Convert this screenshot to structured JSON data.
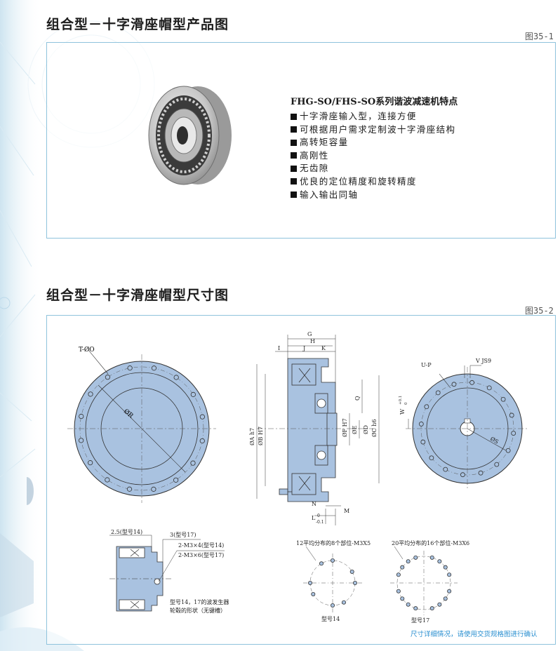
{
  "product": {
    "title": "组合型－十字滑座帽型产品图",
    "figure": "图35-1",
    "features_title": "FHG-SO/FHS-SO系列谐波减速机特点",
    "features": [
      "十字滑座输入型，连接方便",
      "可根据用户需求定制波十字滑座结构",
      "高转矩容量",
      "高刚性",
      "无齿隙",
      "优良的定位精度和旋转精度",
      "输入输出同轴"
    ]
  },
  "dimensions": {
    "title": "组合型－十字滑座帽型尺寸图",
    "figure": "图35-2",
    "front_labels": {
      "t": "T-ØO",
      "r": "ØR"
    },
    "side_labels": {
      "g": "G",
      "h": "H",
      "i": "I",
      "j": "J",
      "k": "K",
      "a": "ØA h7",
      "b": "ØB H7",
      "q": "Q",
      "f": "ØF H7",
      "e": "ØE",
      "d": "ØD",
      "c": "ØC h6",
      "n": "N",
      "l": "L",
      "l_tol_top": "0",
      "l_tol_bot": "-0.1",
      "m": "M"
    },
    "rear_labels": {
      "u": "U-P",
      "v": "V JS9",
      "w": "W",
      "w_tol_top": "+0.1",
      "w_tol_bot": "0",
      "s": "ØS"
    },
    "detail_labels": {
      "d1": "2.5(型号14)",
      "d2": "3(型号17)",
      "d3": "2-M3×4(型号14)",
      "d4": "2-M3×6(型号17)",
      "note1": "型号14，17的波发生器",
      "note2": "轮毂的形状（无键槽）"
    },
    "pattern14": {
      "title": "12平均分布的8个部位-M3X5",
      "caption": "型号14"
    },
    "pattern17": {
      "title": "20平均分布的16个部位-M3X6",
      "caption": "型号17"
    },
    "footnote": "尺寸详细情况，请使用交货规格图进行确认"
  },
  "colors": {
    "part_fill": "#a9c2e0",
    "panel_border": "#8fc3dc",
    "note": "#2a8fd0"
  }
}
